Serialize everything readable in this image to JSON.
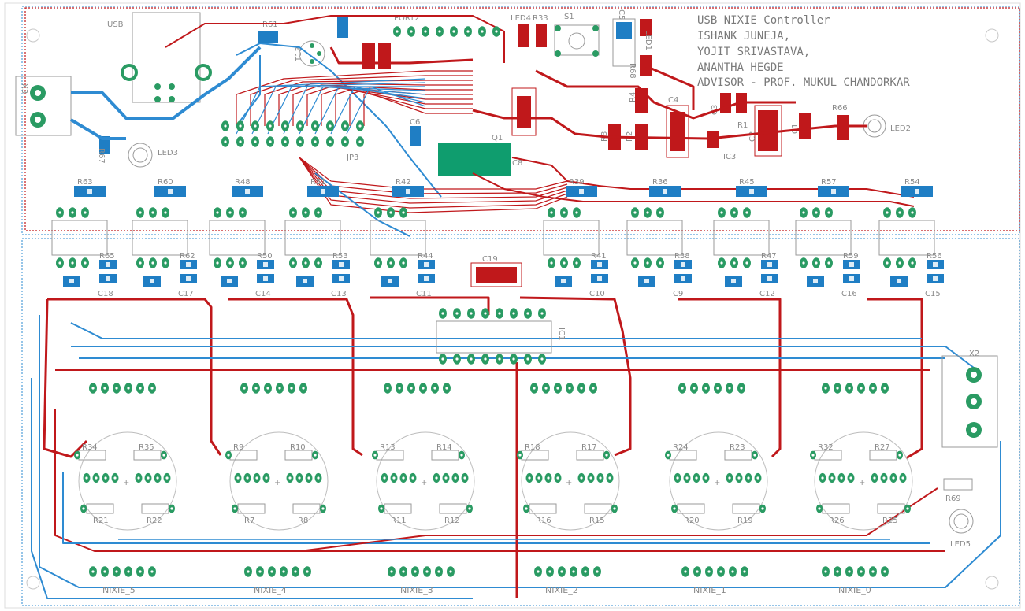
{
  "title_block": {
    "lines": [
      "USB NIXIE Controller",
      "ISHANK JUNEJA,",
      "YOJIT SRIVASTAVA,",
      "ANANTHA HEGDE",
      "ADVISOR - PROF. MUKUL CHANDORKAR"
    ]
  },
  "top_labels": {
    "usb": "USB",
    "port2": "PORT2",
    "led4": "LED4",
    "r33": "R33",
    "s1": "S1",
    "c5": "C5",
    "led1": "LED1",
    "r68": "R68",
    "t13": "T13",
    "r61": "R61",
    "q1": "Q1",
    "c8": "C8",
    "c4": "C4",
    "c3": "C3",
    "r1": "R1",
    "c2": "C2",
    "c1": "C1",
    "r66": "R66",
    "led2": "LED2",
    "r4": "R4",
    "r3": "R3",
    "r2": "R2",
    "ic3": "IC3",
    "x3": "X3",
    "r67": "R67",
    "led3": "LED3",
    "jp3": "JP3",
    "c6": "C6"
  },
  "resistor_row": [
    "R63",
    "R60",
    "R48",
    "R51",
    "R42",
    "R39",
    "R36",
    "R45",
    "R57",
    "R54"
  ],
  "lower_resistor_row": [
    "R65",
    "R62",
    "R50",
    "R53",
    "R44",
    "R41",
    "R38",
    "R47",
    "R59",
    "R56"
  ],
  "cap_row": [
    "C18",
    "C17",
    "C14",
    "C13",
    "C11",
    "C10",
    "C9",
    "C12",
    "C16",
    "C15"
  ],
  "mid_labels": {
    "c19": "C19",
    "ic1": "IC1",
    "x2": "X2",
    "r69": "R69",
    "led5": "LED5"
  },
  "nixie_resistors": [
    {
      "tl": "R34",
      "tr": "R35",
      "bl": "R21",
      "br": "R22"
    },
    {
      "tl": "R9",
      "tr": "R10",
      "bl": "R7",
      "br": "R8"
    },
    {
      "tl": "R13",
      "tr": "R14",
      "bl": "R11",
      "br": "R12"
    },
    {
      "tl": "R18",
      "tr": "R17",
      "bl": "R16",
      "br": "R15"
    },
    {
      "tl": "R24",
      "tr": "R23",
      "bl": "R20",
      "br": "R19"
    },
    {
      "tl": "R32",
      "tr": "R27",
      "bl": "R26",
      "br": "R25"
    }
  ],
  "nixie_labels": [
    "NIXIE_5",
    "NIXIE_4",
    "NIXIE_3",
    "NIXIE_2",
    "NIXIE_1",
    "NIXIE_0"
  ],
  "colors": {
    "top_trace": "#c0181b",
    "bottom_trace": "#2e8bd2",
    "pad": "#2a9b63",
    "smd_blue": "#1f7ec4",
    "smd_red": "#c0181b",
    "outline": "#9a9a9a",
    "text": "#7a7a7a"
  }
}
